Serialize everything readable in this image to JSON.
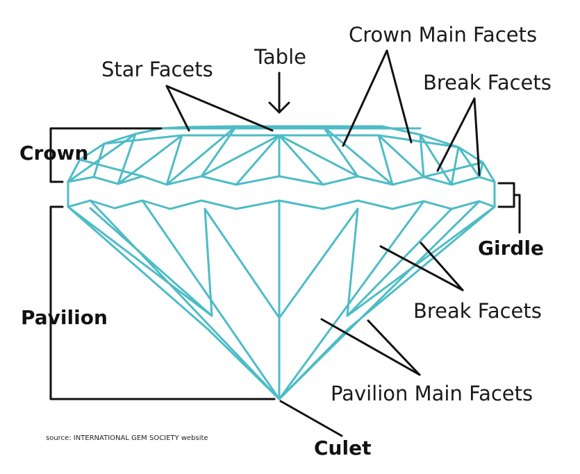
{
  "labels": {
    "star_facets": "Star Facets",
    "table": "Table",
    "crown_main_facets": "Crown Main Facets",
    "break_facets_top": "Break Facets",
    "crown": "Crown",
    "girdle": "Girdle",
    "pavilion": "Pavilion",
    "break_facets_bottom": "Break Facets",
    "pavilion_main_facets": "Pavilion Main Facets",
    "culet": "Culet"
  },
  "source": "source: INTERNATIONAL GEM SOCIETY website",
  "colors": {
    "gem_outline": "#4dbcc6",
    "pointer": "#111111",
    "text": "#1a1a1a"
  }
}
